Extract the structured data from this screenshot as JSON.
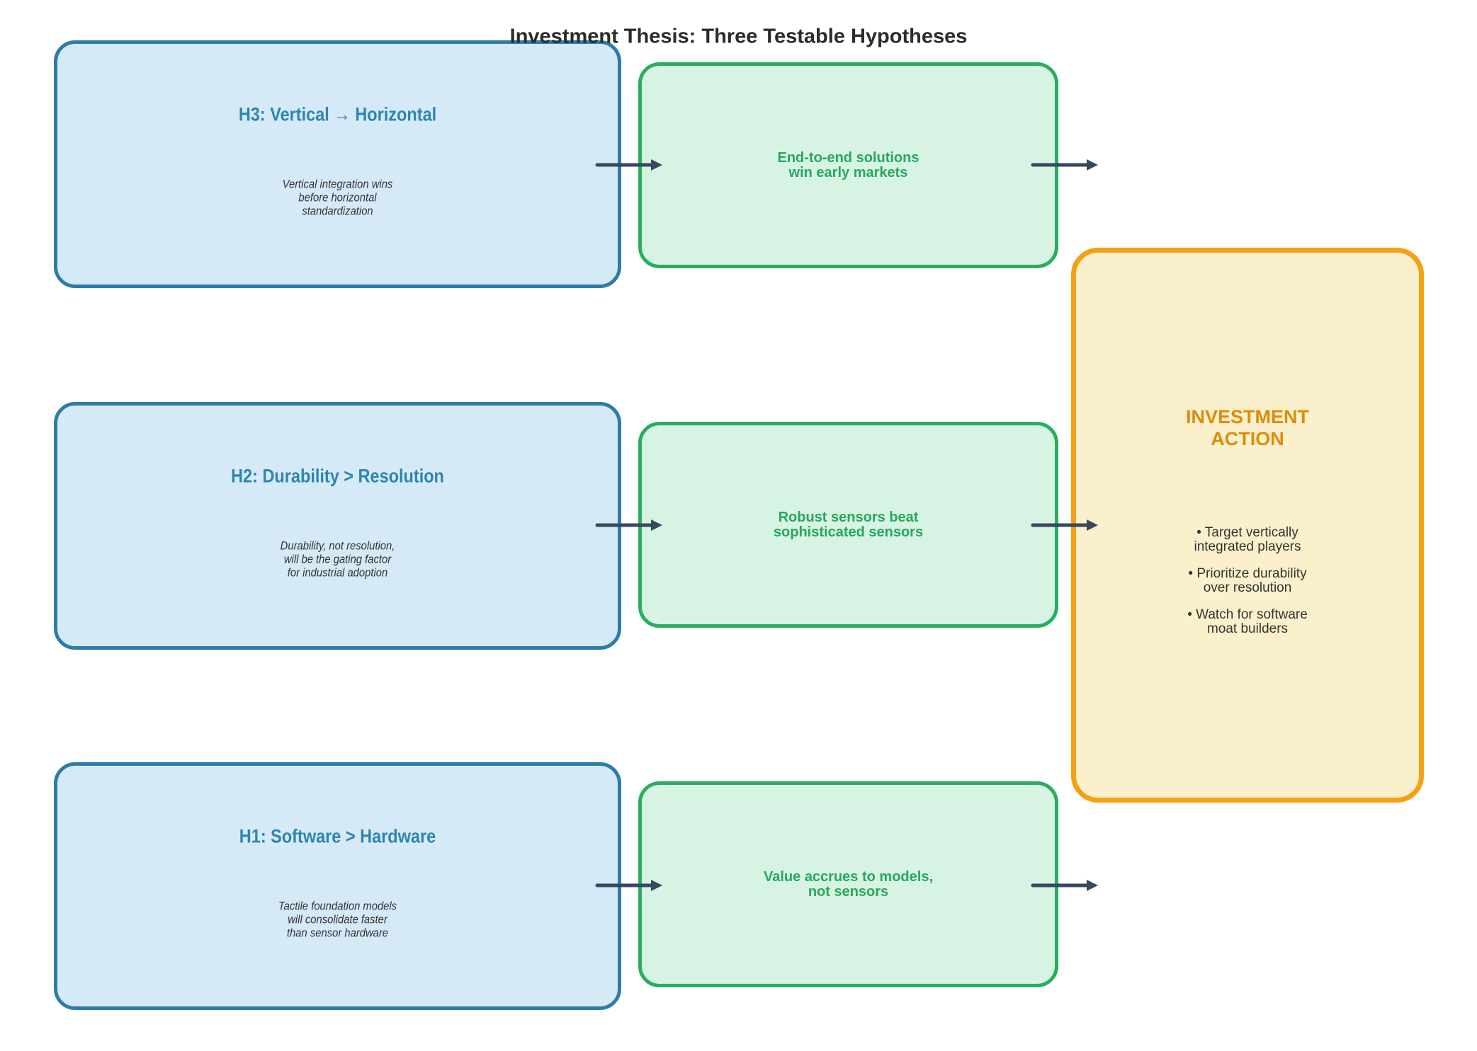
{
  "title": "Investment Thesis: Three Testable Hypotheses",
  "palette": {
    "hypothesis_fill": "#d6e9f7",
    "hypothesis_border": "#2e7ca6",
    "hypothesis_heading": "#2e86ab",
    "implication_fill": "#d7f3e3",
    "implication_border": "#2aad61",
    "implication_text": "#27a75f",
    "action_fill": "#faf0cc",
    "action_border": "#f5a113",
    "action_title": "#d98e0d",
    "body_text": "#333333",
    "title_text": "#2b2b2b",
    "arrow": "#36495e"
  },
  "rows": [
    {
      "hypothesis": {
        "heading": "H3: Vertical → Horizontal",
        "detail_lines": [
          "Vertical integration wins",
          "before horizontal",
          "standardization"
        ]
      },
      "implication": {
        "lines": [
          "End-to-end solutions",
          "win early markets"
        ]
      }
    },
    {
      "hypothesis": {
        "heading": "H2: Durability > Resolution",
        "detail_lines": [
          "Durability, not resolution,",
          "will be the gating factor",
          "for industrial adoption"
        ]
      },
      "implication": {
        "lines": [
          "Robust sensors beat",
          "sophisticated sensors"
        ]
      }
    },
    {
      "hypothesis": {
        "heading": "H1: Software > Hardware",
        "detail_lines": [
          "Tactile foundation models",
          "will consolidate faster",
          "than sensor hardware"
        ]
      },
      "implication": {
        "lines": [
          "Value accrues to models,",
          "not sensors"
        ]
      }
    }
  ],
  "action_panel": {
    "title_lines": [
      "INVESTMENT",
      "ACTION"
    ],
    "bullets": [
      {
        "lines": [
          "• Target vertically",
          "integrated players"
        ]
      },
      {
        "lines": [
          "• Prioritize durability",
          "over resolution"
        ]
      },
      {
        "lines": [
          "• Watch for software",
          "moat builders"
        ]
      }
    ]
  }
}
